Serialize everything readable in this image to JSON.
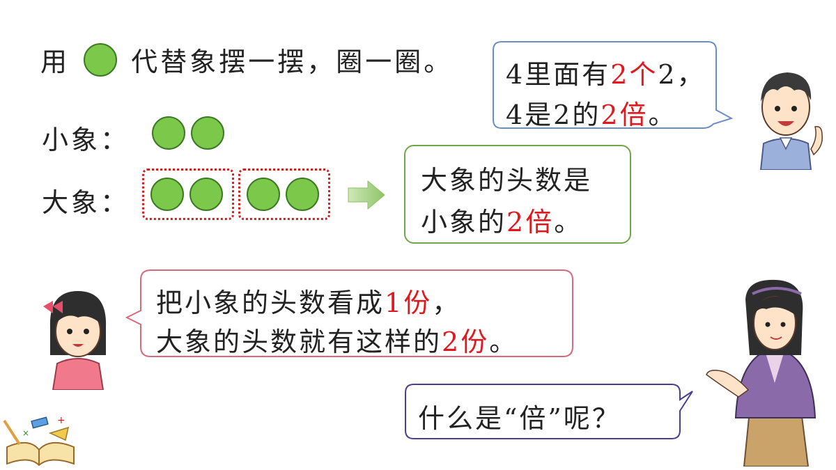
{
  "instruction": {
    "prefix": "用",
    "suffix": "代替象摆一摆，圈一圈。"
  },
  "labels": {
    "small": "小象：",
    "big": "大象："
  },
  "boy_bubble": {
    "line1": [
      "4里面有",
      "2个",
      "2，"
    ],
    "line2": [
      "4是2的",
      "2倍",
      "。"
    ]
  },
  "result_bubble": {
    "line1": "大象的头数是",
    "line2": [
      "小象的",
      "2倍",
      "。"
    ]
  },
  "girl_bubble": {
    "line1": [
      "把小象的头数看成",
      "1份",
      "，"
    ],
    "line2": [
      "大象的头数就有这样的",
      "2份",
      "。"
    ]
  },
  "teacher_bubble": {
    "text": "什么是“倍”呢？"
  },
  "colors": {
    "highlight": "#e0191e",
    "counter_fill": "#7cc84a",
    "group_border": "#d31e1e",
    "boy_bubble_border": "#6b8fc4",
    "result_bubble_border": "#6fa64a",
    "girl_bubble_border": "#d86a7d",
    "teacher_bubble_border": "#4a3f8e"
  }
}
